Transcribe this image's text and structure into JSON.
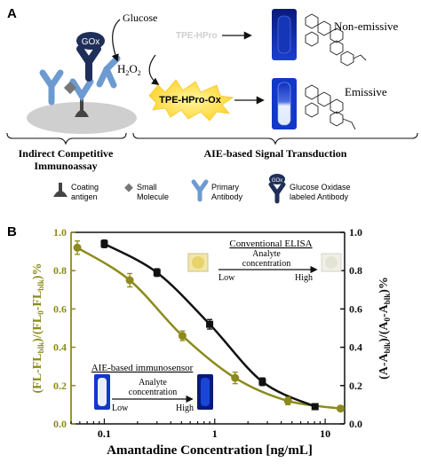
{
  "panel_a": {
    "letter": "A",
    "glucose": "Glucose",
    "gox": "GOx",
    "h2o2": "H",
    "h2o2_sub": "2",
    "h2o2_o": "O",
    "h2o2_sub2": "2",
    "tpe_hpro": "TPE-HPro",
    "tpe_hpro_ox": "TPE-HPro-Ox",
    "non_emissive": "Non-emissive",
    "emissive": "Emissive",
    "section_left_1": "Indirect Competitive",
    "section_left_2": "Immunoassay",
    "section_right": "AIE-based Signal Transduction",
    "legend": [
      {
        "line1": "Coating",
        "line2": "antigen",
        "icon": "coating-antigen-icon"
      },
      {
        "line1": "Small",
        "line2": "Molecule",
        "icon": "small-molecule-icon"
      },
      {
        "line1": "Primary",
        "line2": "Antibody",
        "icon": "primary-antibody-icon"
      },
      {
        "line1": "Glucose Oxidase",
        "line2": "labeled Antibody",
        "icon": "gox-antibody-icon"
      }
    ]
  },
  "panel_b": {
    "letter": "B",
    "inset_top_title": "Conventional ELISA",
    "inset_top_arrow_1": "Analyte",
    "inset_top_arrow_2": "concentration",
    "inset_top_low": "Low",
    "inset_top_high": "High",
    "inset_bottom_title": "AIE-based immunosensor",
    "inset_bottom_arrow_1": "Analyte",
    "inset_bottom_arrow_2": "concentration",
    "inset_bottom_low": "Low",
    "inset_bottom_high": "High"
  },
  "chart_data": {
    "type": "scatter",
    "xscale": "log",
    "xlim": [
      0.05,
      15
    ],
    "xticks": [
      "0.1",
      "1",
      "10"
    ],
    "xlabel": "Amantadine Concentration [ng/mL]",
    "ylabel_left": "(FL-FL_blk)/(FL_0-FL_blk)%",
    "ylabel_right": "(A-A_blk)/(A_0-A_blk)%",
    "ylim": [
      0,
      1.0
    ],
    "yticks": [
      "0.0",
      "0.2",
      "0.4",
      "0.6",
      "0.8",
      "1.0"
    ],
    "colors": {
      "elisa": "#111111",
      "aie": "#8c8a1c",
      "axis": "#8c8a1c"
    },
    "series": [
      {
        "x": [
          0.1,
          0.3,
          0.9,
          2.7,
          8.1
        ],
        "y": [
          0.94,
          0.79,
          0.52,
          0.22,
          0.09
        ],
        "err": [
          0.02,
          0.02,
          0.025,
          0.02,
          0.01
        ]
      },
      {
        "x": [
          0.057,
          0.17,
          0.51,
          1.53,
          4.6,
          13.8
        ],
        "y": [
          0.92,
          0.75,
          0.46,
          0.24,
          0.12,
          0.08
        ],
        "err": [
          0.035,
          0.035,
          0.025,
          0.03,
          0.02,
          0.01
        ]
      }
    ]
  }
}
